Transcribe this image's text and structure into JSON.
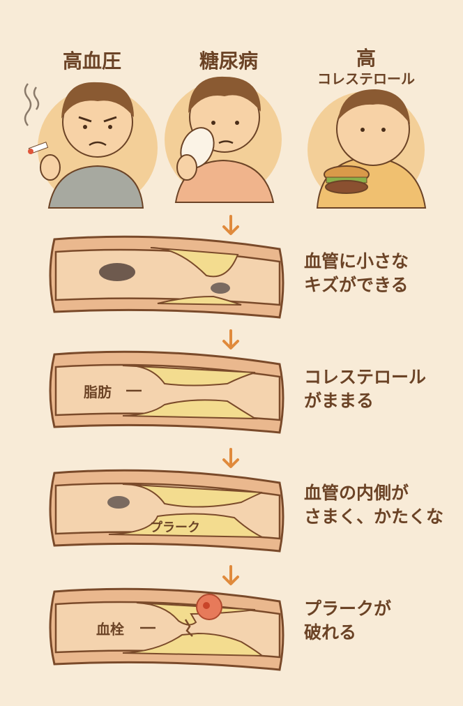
{
  "causes": [
    {
      "label": "高血圧"
    },
    {
      "label": "糖尿病"
    },
    {
      "label_line1": "高",
      "label_line2": "コレステロール"
    }
  ],
  "steps": [
    {
      "line1": "血管に小さな",
      "line2": "キズができる"
    },
    {
      "line1": "コレステロール",
      "line2": "がままる",
      "vessel_label": "脂肪"
    },
    {
      "line1": "血管の内側が",
      "line2": "さまく、かたくな",
      "vessel_label": "プラーク"
    },
    {
      "line1": "プラークが",
      "line2": "破れる",
      "vessel_label": "血栓"
    }
  ],
  "colors": {
    "background": "#f8ebd7",
    "text": "#6b4326",
    "arrow": "#e08a3c",
    "plaque": "#f3dc8f",
    "wall": "#eab88e"
  }
}
